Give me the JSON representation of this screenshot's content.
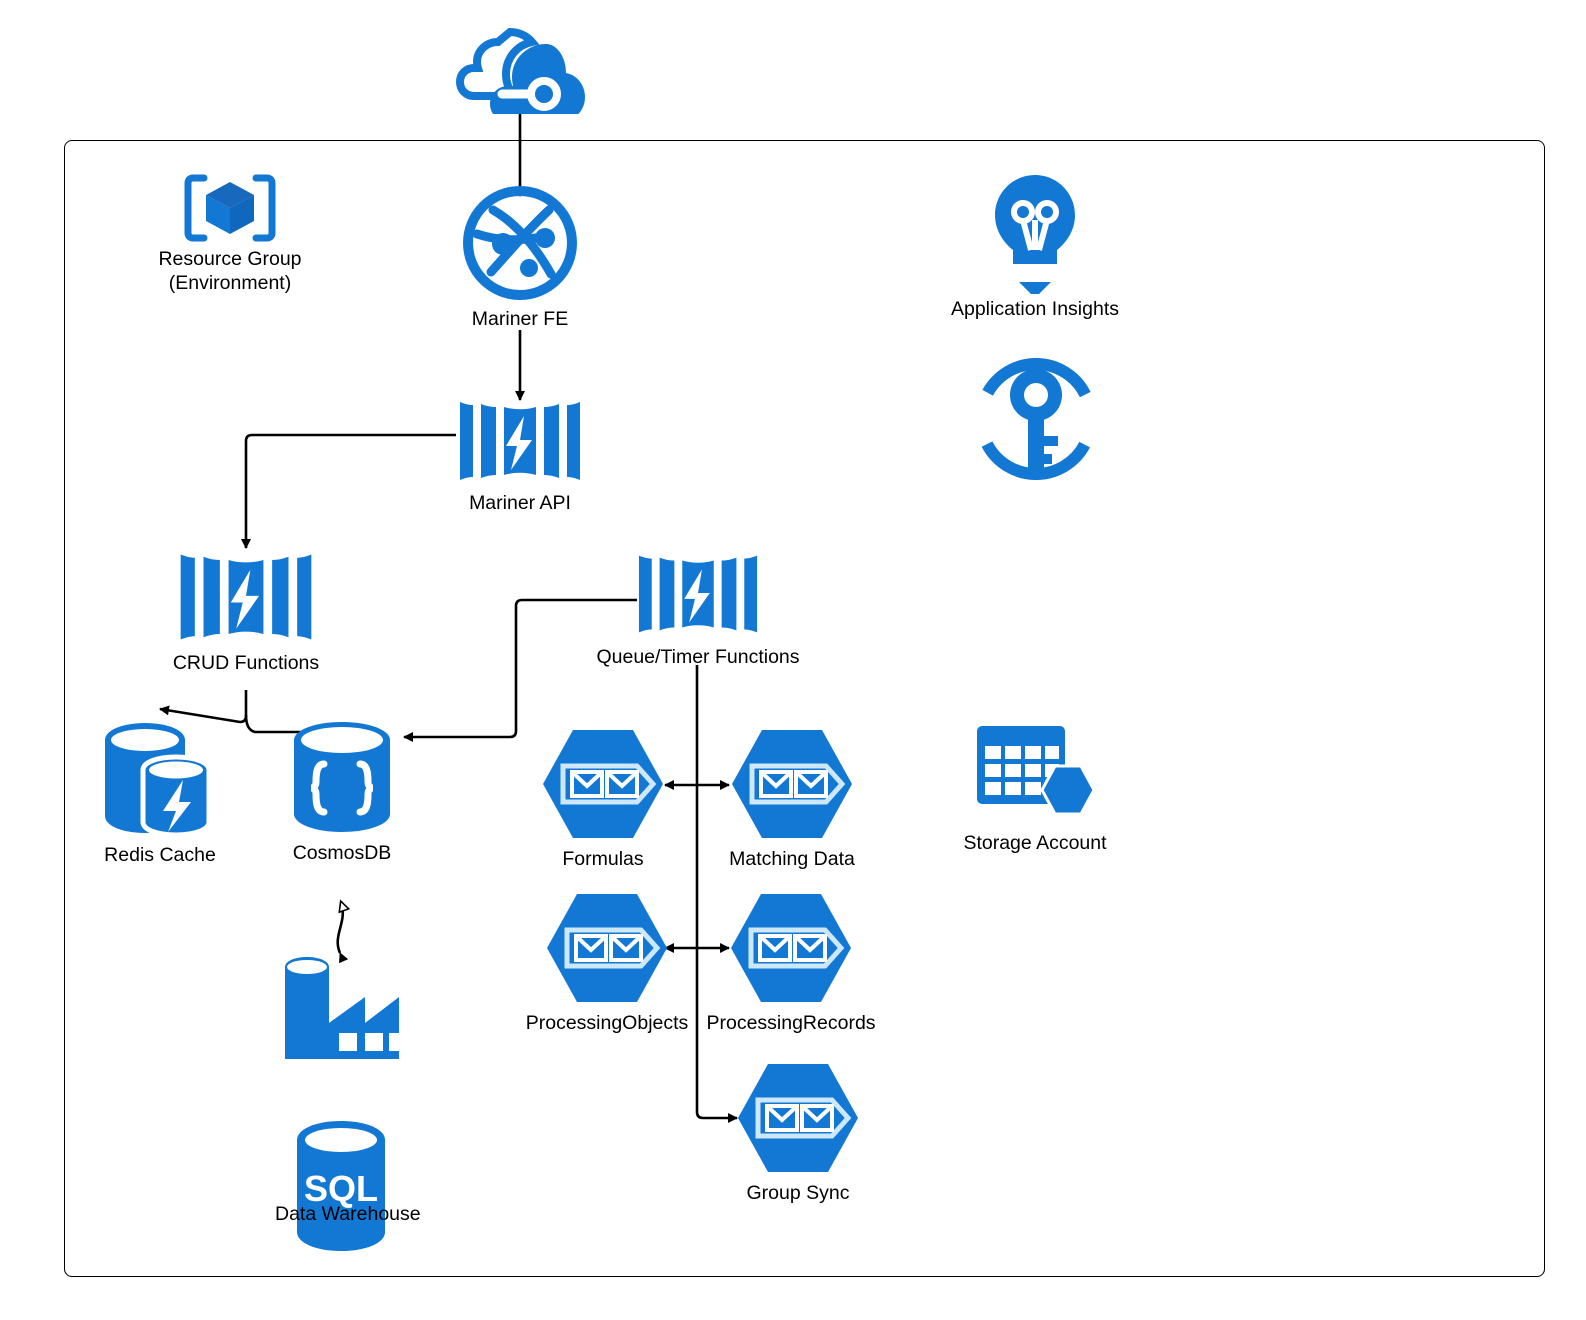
{
  "diagram": {
    "title": "Azure Resource Group (Environment) Architecture",
    "background_color": "#ffffff",
    "accent_color": "#1378D4",
    "line_color": "#000000",
    "container": {
      "name": "Resource Group (Environment) boundary",
      "border_color": "#000000"
    }
  },
  "nodes": {
    "cloud": {
      "label": "",
      "icon": "azure-cloud-icon"
    },
    "resource_group": {
      "label_line1": "Resource Group",
      "label_line2": "(Environment)",
      "icon": "resource-group-cube-icon"
    },
    "mariner_fe": {
      "label": "Mariner FE",
      "icon": "app-service-globe-icon"
    },
    "mariner_api": {
      "label": "Mariner API",
      "icon": "azure-function-icon"
    },
    "crud_functions": {
      "label": "CRUD Functions",
      "icon": "azure-function-icon"
    },
    "queue_timer_functions": {
      "label": "Queue/Timer Functions",
      "icon": "azure-function-icon"
    },
    "redis_cache": {
      "label": "Redis Cache",
      "icon": "redis-cache-cylinder-icon"
    },
    "cosmos_db": {
      "label": "CosmosDB",
      "icon": "cosmosdb-braces-cylinder-icon"
    },
    "data_factory": {
      "label": "",
      "icon": "data-factory-icon"
    },
    "data_warehouse": {
      "label": "Data Warehouse",
      "icon": "sql-database-cylinder-icon",
      "icon_text": "SQL"
    },
    "formulas": {
      "label": "Formulas",
      "icon": "queue-storage-hexagon-icon"
    },
    "matching_data": {
      "label": "Matching Data",
      "icon": "queue-storage-hexagon-icon"
    },
    "processing_objects": {
      "label": "ProcessingObjects",
      "icon": "queue-storage-hexagon-icon"
    },
    "processing_records": {
      "label": "ProcessingRecords",
      "icon": "queue-storage-hexagon-icon"
    },
    "group_sync": {
      "label": "Group Sync",
      "icon": "queue-storage-hexagon-icon"
    },
    "application_insights": {
      "label": "Application Insights",
      "icon": "lightbulb-icon"
    },
    "key_vault": {
      "label": "",
      "icon": "key-vault-icon"
    },
    "storage_account": {
      "label": "Storage Account",
      "icon": "storage-account-table-icon"
    }
  },
  "edges": [
    {
      "from": "cloud",
      "to": "mariner_fe",
      "arrow": "end"
    },
    {
      "from": "mariner_fe",
      "to": "mariner_api",
      "arrow": "end"
    },
    {
      "from": "mariner_api",
      "to": "crud_functions",
      "arrow": "end"
    },
    {
      "from": "crud_functions",
      "to": "redis_cache",
      "arrow": "end"
    },
    {
      "from": "crud_functions",
      "to": "cosmos_db",
      "arrow": "none"
    },
    {
      "from": "queue_timer_functions",
      "to": "cosmos_db",
      "arrow": "end"
    },
    {
      "from": "queue_timer_functions",
      "to": "formulas",
      "arrow": "end"
    },
    {
      "from": "queue_timer_functions",
      "to": "matching_data",
      "arrow": "end"
    },
    {
      "from": "queue_timer_functions",
      "to": "processing_objects",
      "arrow": "end"
    },
    {
      "from": "queue_timer_functions",
      "to": "processing_records",
      "arrow": "end"
    },
    {
      "from": "queue_timer_functions",
      "to": "group_sync",
      "arrow": "end"
    },
    {
      "from": "data_factory",
      "to": "cosmos_db",
      "arrow": "both"
    }
  ]
}
